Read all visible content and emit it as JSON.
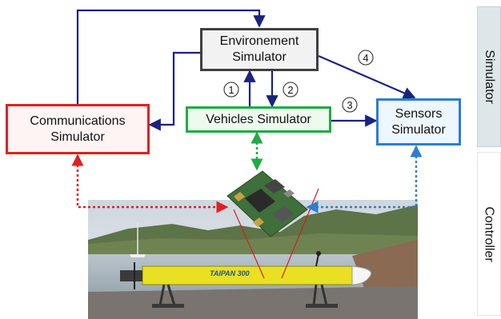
{
  "nodes": {
    "environment": "Environement\nSimulator",
    "vehicles": "Vehicles Simulator",
    "communications": "Communications\nSimulator",
    "sensors": "Sensors\nSimulator"
  },
  "steps": [
    "1",
    "2",
    "3",
    "4"
  ],
  "side_labels": {
    "simulator": "Simulator",
    "controller": "Controller"
  },
  "photo_caption": "TAIPAN 300",
  "colors": {
    "arrow": "#1a237e",
    "env_border": "#404040",
    "env_fill": "#f2f2f2",
    "vehicles_border": "#22aa44",
    "vehicles_fill": "#eefaee",
    "comm_border": "#e02020",
    "comm_fill": "#fff4f4",
    "sensors_border": "#2a7fd0",
    "sensors_fill": "#eef6ff",
    "dotted_red": "#e02020",
    "dotted_green": "#22aa44",
    "dotted_blue": "#2a7fd0",
    "vehicle_body": "#e8e020"
  },
  "icons": [
    "circuit-board",
    "auv-photo"
  ]
}
